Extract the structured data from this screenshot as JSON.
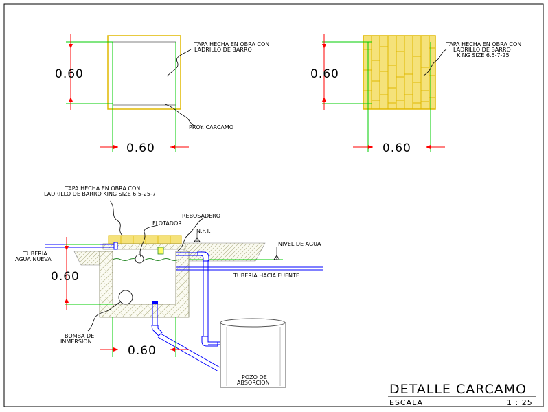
{
  "drawing": {
    "title": "DETALLE CARCAMO",
    "scale_label": "ESCALA",
    "scale_value": "1 : 25"
  },
  "plan_left": {
    "dim_vertical": "0.60",
    "dim_horizontal": "0.60",
    "note_lid_line1": "TAPA HECHA EN OBRA CON",
    "note_lid_line2": "LADRILLO DE BARRO",
    "note_projection": "PROY. CARCAMO"
  },
  "plan_right": {
    "dim_vertical": "0.60",
    "dim_horizontal": "0.60",
    "note_line1": "TAPA HECHA EN OBRA CON",
    "note_line2": "LADRILLO DE BARRO",
    "note_line3": "KING SIZE 6.5-7-25"
  },
  "section": {
    "note_lid_line1": "TAPA HECHA EN OBRA CON",
    "note_lid_line2": "LADRILLO DE BARRO KING SIZE 6.5-25-7",
    "overflow": "REBOSADERO",
    "float": "FLOTADOR",
    "nft": "N.F.T.",
    "water_level": "NIVEL DE AGUA",
    "pipe_in_line1": "TUBERIA",
    "pipe_in_line2": "AGUA NUEVA",
    "pipe_out": "TUBERIA HACIA FUENTE",
    "dim_vertical": "0.60",
    "dim_horizontal": "0.60",
    "pump_line1": "BOMBA DE",
    "pump_line2": "INMERSION",
    "well_line1": "POZO DE",
    "well_line2": "ABSORCION"
  },
  "colors": {
    "frame": "#000000",
    "dimension_arrow": "#ff0000",
    "extension_line": "#00cc00",
    "lid_outline": "#e0b800",
    "brick_fill": "#f5e27a",
    "concrete_hatch": "#c8c8a0",
    "pipe": "#0000ff"
  }
}
